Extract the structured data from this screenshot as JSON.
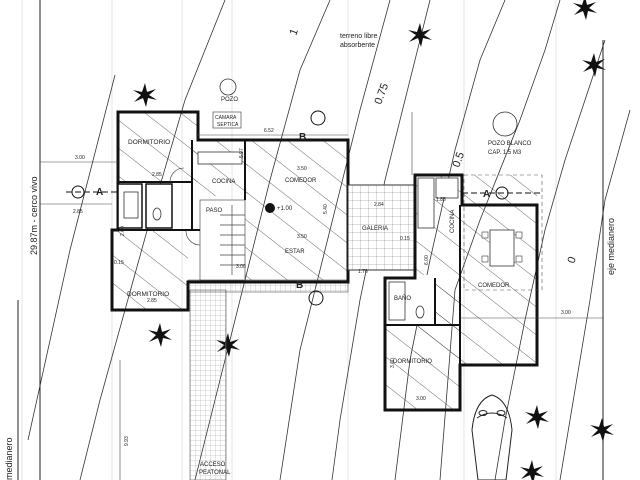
{
  "texts": {
    "terreno": "terreno libre",
    "absorbente": "absorbente",
    "contour_1": "1",
    "contour_075": "0.75",
    "contour_05": "0.5",
    "contour_0": "0",
    "pozo": "POZO",
    "camara": "CAMARA",
    "septica": "SEPTICA",
    "pozo_blanco": "POZO BLANCO",
    "cap": "CAP. 1.5 M3",
    "cerco": "29.87m - cerco vivo",
    "eje": "eje medianero",
    "medianero": "medianero",
    "acceso": "ACCESO",
    "peatonal": "PEATONAL"
  },
  "sections": {
    "a": "A",
    "b": "B"
  },
  "rooms": {
    "dormitorio": "DORMITORIO",
    "cocina": "COCINA",
    "comedor": "COMEDOR",
    "paso": "PASO",
    "estar": "ESTAR",
    "galeria": "GALERIA",
    "bano": "BAÑO",
    "level": "+1.00"
  },
  "dims": {
    "d300a": "3.00",
    "d652": "6.52",
    "d285a": "2.85",
    "d285b": "2.85",
    "d285c": "2.85",
    "d350a": "3.50",
    "d350b": "3.50",
    "d540": "5.40",
    "d284": "2.84",
    "d015a": "0.15",
    "d015b": "0.15",
    "d176": "1.76",
    "d185": "1.85",
    "d300b": "3.00",
    "d300c": "3.00",
    "d993": "9.93",
    "d260": "2.60",
    "d597": "5.97",
    "d300d": "3.00",
    "d360": "3.60",
    "d600": "6.00"
  }
}
